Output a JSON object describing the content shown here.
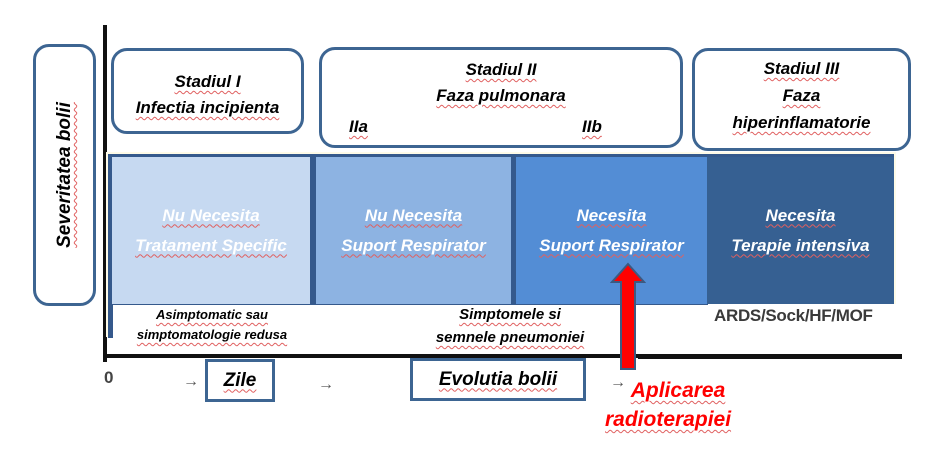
{
  "y_axis_label": "Severitatea bolii",
  "stages": [
    {
      "title": "Stadiul I",
      "subtitle": "Infectia incipienta"
    },
    {
      "title": "Stadiul II",
      "subtitle": "Faza pulmonara",
      "substages": [
        "IIa",
        "IIb"
      ]
    },
    {
      "title": "Stadiul III",
      "subtitle_line1": "Faza",
      "subtitle_line2": "hiperinflamatorie"
    }
  ],
  "cells": [
    {
      "line1": "Nu Necesita",
      "line2": "Tratament Specific",
      "color": "#c6d9f1"
    },
    {
      "line1": "Nu Necesita",
      "line2": "Suport Respirator",
      "color": "#8db3e2"
    },
    {
      "line1": "Necesita",
      "line2": "Suport Respirator",
      "color": "#538dd5"
    },
    {
      "line1": "Necesita",
      "line2": "Terapie intensiva",
      "color": "#366092"
    }
  ],
  "notes": {
    "stage1_line1": "Asimptomatic sau",
    "stage1_line2": "simptomatologie redusa",
    "stage2_line1": "Simptomele si",
    "stage2_line2": "semnele pneumoniei",
    "stage3": "ARDS/Sock/HF/MOF"
  },
  "x_axis": {
    "origin": "0",
    "arrow": "→",
    "label_days": "Zile",
    "label_evolution": "Evolutia bolii"
  },
  "annotation": {
    "line1": "Aplicarea",
    "line2": "radioterapiei",
    "color": "#ff0000"
  }
}
